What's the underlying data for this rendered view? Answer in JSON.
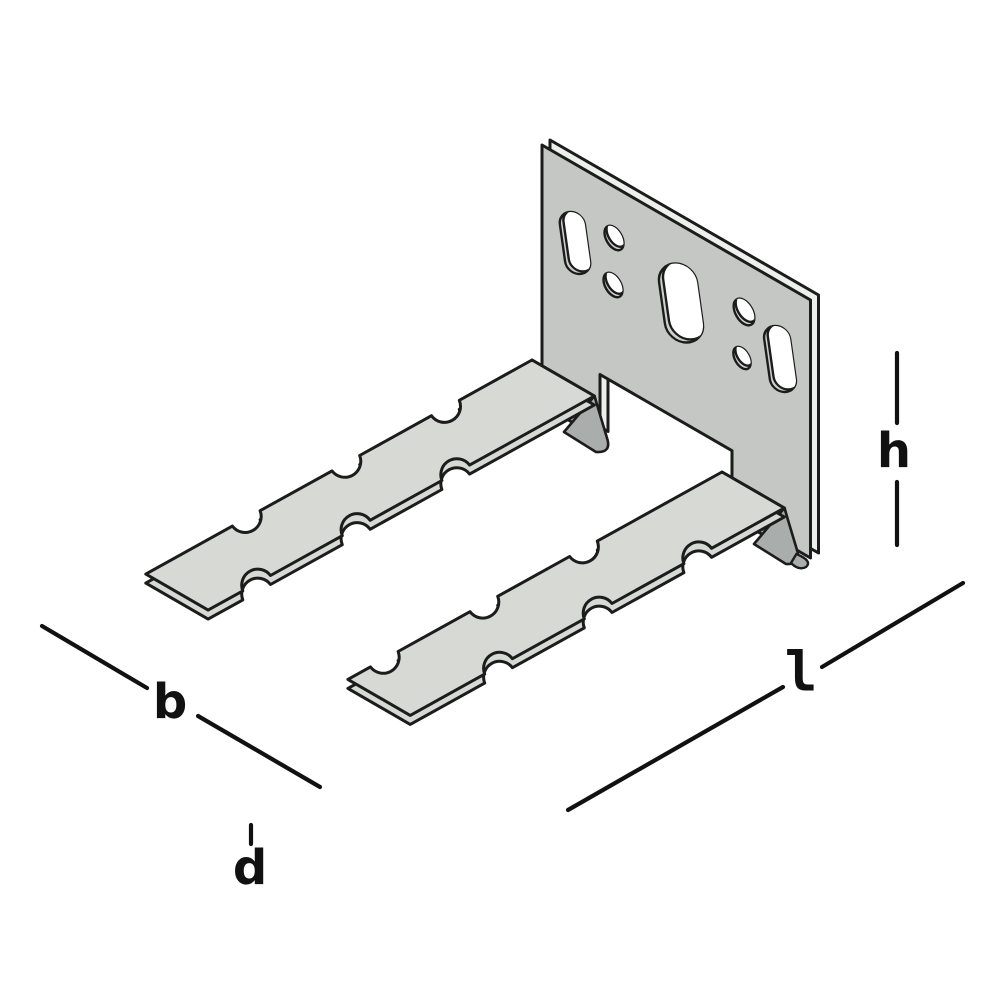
{
  "figure": {
    "type": "isometric technical line drawing",
    "subject": "metal fixing bracket: perforated vertical back plate with two forward-projecting notched anchor arms"
  },
  "dimension_labels": {
    "b": "b",
    "d": "d",
    "h": "h",
    "l": "l"
  },
  "palette": {
    "background": "#ffffff",
    "outline": "#1c1c1c",
    "plate_face": "#c5c7c5",
    "edge_face": "#edefec",
    "arm_face": "#d7d9d5",
    "flap_face": "#bec0be",
    "cap_face": "#a9adab",
    "hole_wall": "#cdd0cd",
    "hole_open": "#ffffff",
    "dim_ink": "#111111"
  }
}
